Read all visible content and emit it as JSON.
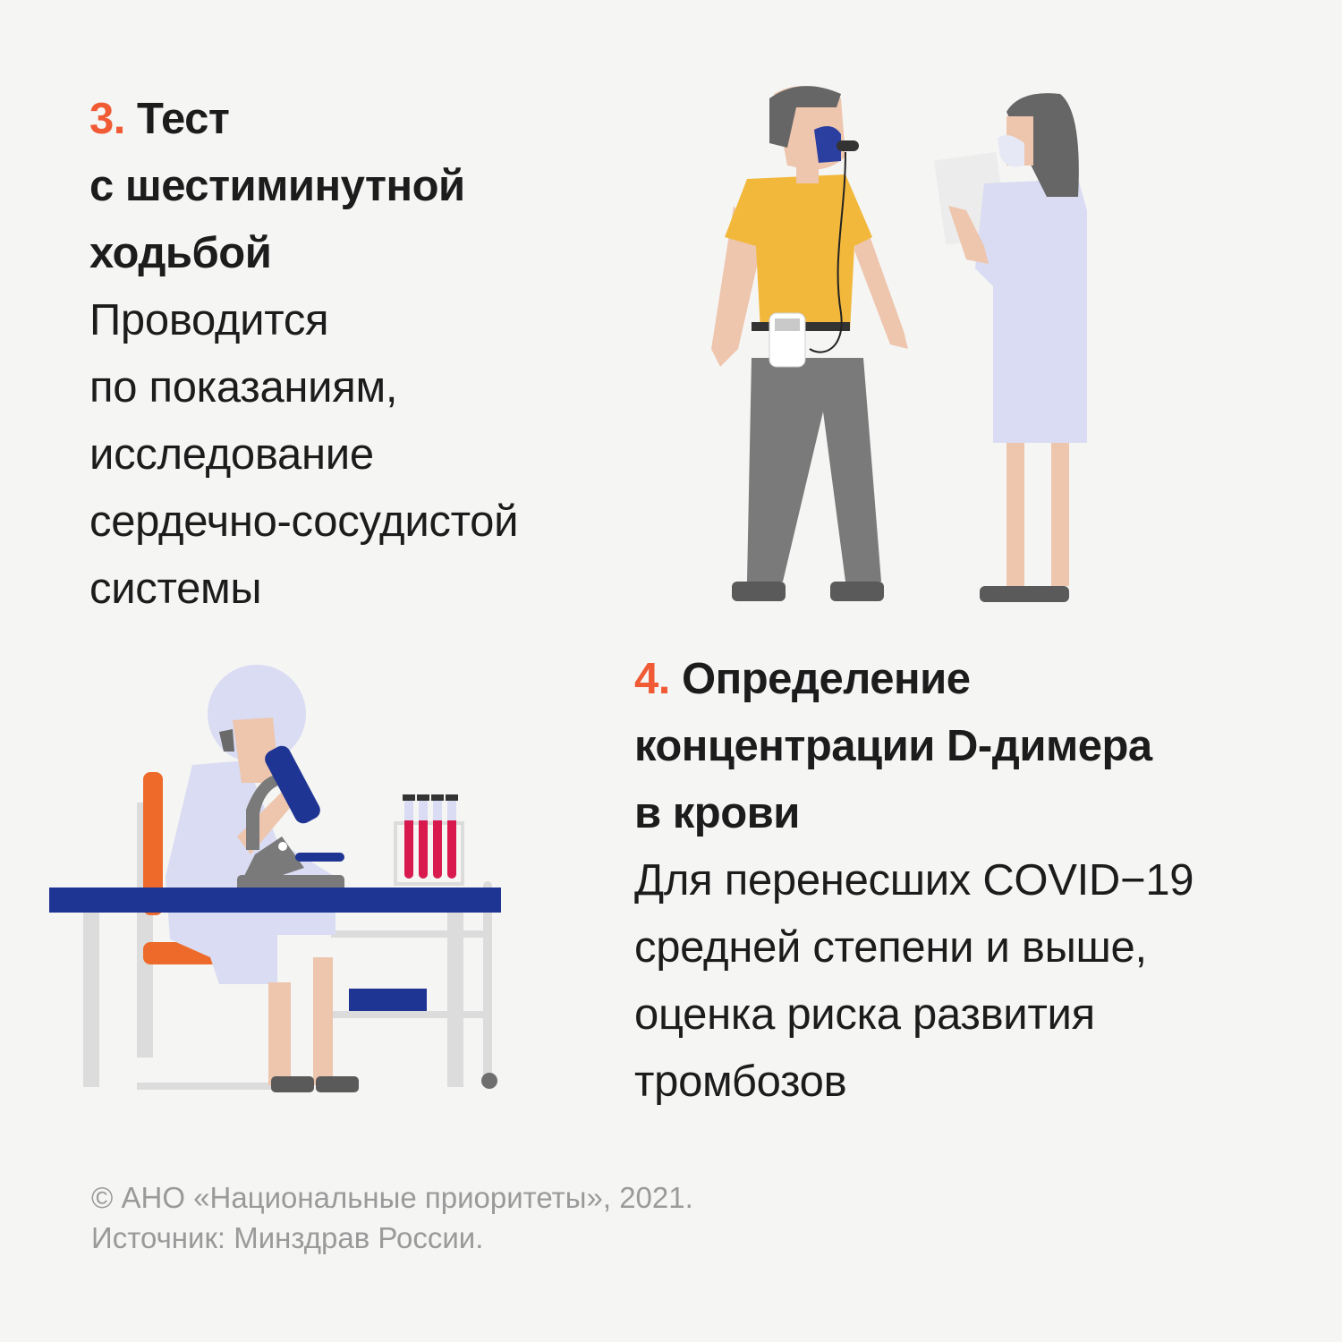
{
  "colors": {
    "accent": "#f05a35",
    "text": "#1c1c1c",
    "footer": "#9a9a9a",
    "background": "#f5f5f4",
    "navy": "#1f3594",
    "shirt": "#f2b83c",
    "skin": "#eec5ad",
    "gray": "#6f6f6f",
    "coat": "#d9dcf2",
    "chair": "#ee6a2a",
    "blood": "#d91a4f",
    "frame": "#dcdcdc"
  },
  "section3": {
    "number": "3.",
    "title_lines": [
      "Тест",
      "с шестиминутной",
      "ходьбой"
    ],
    "body_lines": [
      "Проводится",
      "по показаниям,",
      "исследование",
      "сердечно-сосудистой",
      "системы"
    ]
  },
  "section4": {
    "number": "4.",
    "title_lines": [
      "Определение",
      "концентрации D-димера",
      "в крови"
    ],
    "body_lines": [
      "Для перенесших COVID−19",
      "средней степени и выше,",
      "оценка риска развития",
      "тромбозов"
    ]
  },
  "footer": {
    "copyright": "© АНО «Национальные приоритеты», 2021.",
    "source": "Источник: Минздрав России."
  },
  "illustrations": {
    "walk_test": "walking-test-illustration",
    "lab": "lab-microscope-illustration"
  }
}
